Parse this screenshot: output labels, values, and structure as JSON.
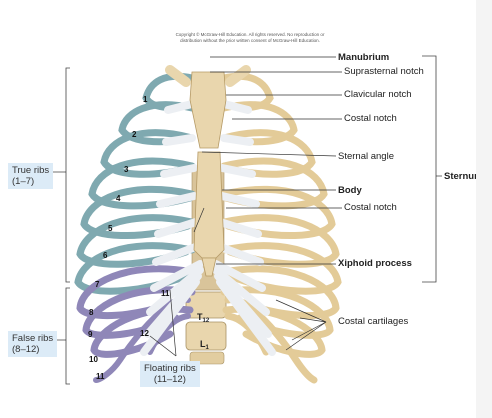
{
  "copyright": {
    "line1": "Copyright © McGraw-Hill Education.  All rights reserved. No reproduction or",
    "line2": "distribution without the prior written consent of McGraw-Hill Education."
  },
  "labels": {
    "manubrium": "Manubrium",
    "suprasternal_notch": "Suprasternal notch",
    "clavicular_notch": "Clavicular notch",
    "costal_notch_upper": "Costal notch",
    "sternal_angle": "Sternal angle",
    "body": "Body",
    "costal_notch_lower": "Costal notch",
    "xiphoid_process": "Xiphoid process",
    "sternum": "Sternum",
    "costal_cartilages": "Costal cartilages"
  },
  "groups": {
    "true_ribs": {
      "name": "True ribs",
      "range": "(1–7)"
    },
    "false_ribs": {
      "name": "False ribs",
      "range": "(8–12)"
    },
    "floating_ribs": {
      "name": "Floating ribs",
      "range": "(11–12)"
    }
  },
  "rib_numbers": [
    "1",
    "2",
    "3",
    "4",
    "5",
    "6",
    "7",
    "8",
    "9",
    "10",
    "11",
    "12"
  ],
  "vertebrae": {
    "t12": "T",
    "t12_sub": "12",
    "l1": "L",
    "l1_sub": "1"
  },
  "colors": {
    "bone": "#e9d6ad",
    "bone_dark": "#c9b07e",
    "true_rib": "#7fa9b0",
    "false_rib": "#8f87b8",
    "cartilage": "#eceff3",
    "label_box": "#dcebf7"
  }
}
